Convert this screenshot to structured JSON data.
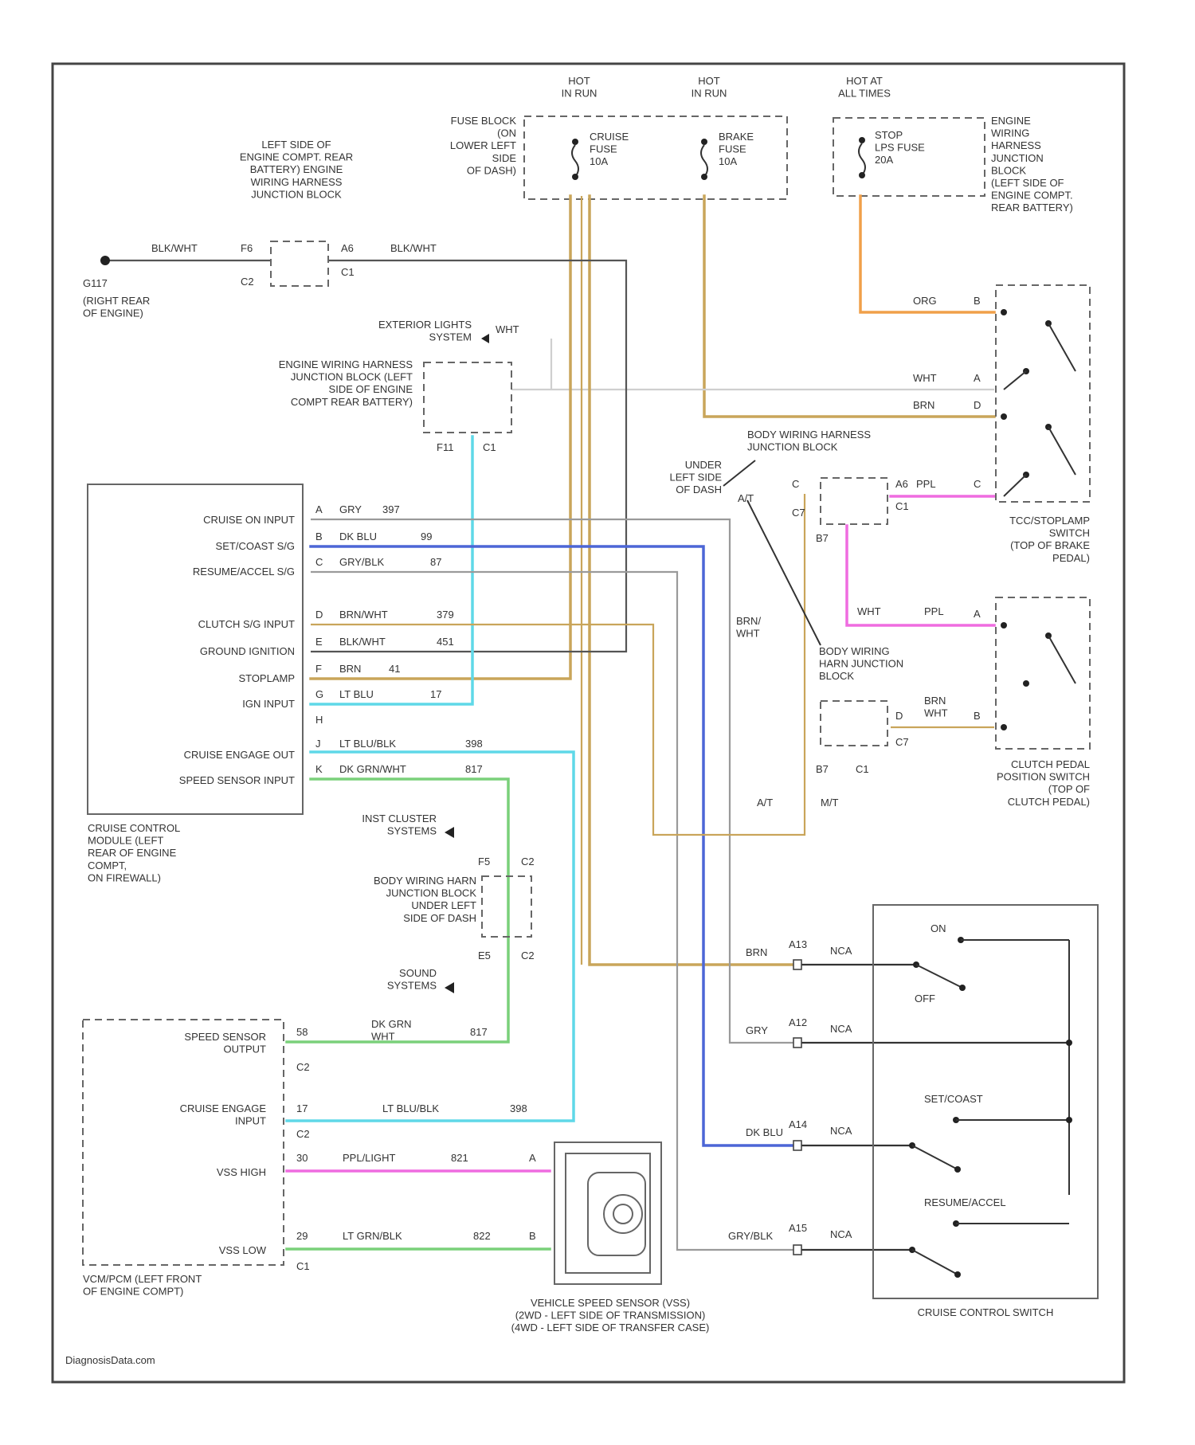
{
  "power": {
    "hot_run_1": "HOT\nIN RUN",
    "hot_run_2": "HOT\nIN RUN",
    "hot_all": "HOT AT\nALL TIMES"
  },
  "fuse_block": {
    "label": "FUSE BLOCK\n(ON\nLOWER LEFT\nSIDE\nOF DASH)",
    "cruise_fuse": "CRUISE\nFUSE\n10A",
    "brake_fuse": "BRAKE\nFUSE\n10A"
  },
  "underhood": {
    "stop_fuse": "STOP\nLPS FUSE\n20A",
    "label": "ENGINE\nWIRING\nHARNESS\nJUNCTION\nBLOCK\n(LEFT SIDE OF\nENGINE COMPT.\nREAR BATTERY)"
  },
  "ground": {
    "name": "G117",
    "location": "(RIGHT REAR\nOF ENGINE)",
    "junction_label": "LEFT SIDE OF\nENGINE COMPT. REAR\nBATTERY) ENGINE\nWIRING HARNESS\nJUNCTION BLOCK",
    "wire_left": "BLK/WHT",
    "wire_right": "BLK/WHT",
    "pin_left": "F6",
    "pin_right": "A6",
    "conn_left": "C2",
    "conn_right": "C1"
  },
  "exterior_lights": {
    "label": "EXTERIOR LIGHTS\nSYSTEM",
    "wire": "WHT",
    "junction_label": "ENGINE WIRING HARNESS\nJUNCTION BLOCK (LEFT\nSIDE OF ENGINE\nCOMPT REAR BATTERY)",
    "pin": "F11",
    "conn": "C1"
  },
  "module": {
    "label": "CRUISE CONTROL\nMODULE (LEFT\nREAR OF ENGINE\nCOMPT,\nON FIREWALL)",
    "pins": [
      {
        "name": "CRUISE ON INPUT",
        "pin": "A",
        "wire": "GRY",
        "circuit": "397"
      },
      {
        "name": "SET/COAST S/G",
        "pin": "B",
        "wire": "DK BLU",
        "circuit": "99"
      },
      {
        "name": "RESUME/ACCEL S/G",
        "pin": "C",
        "wire": "GRY/BLK",
        "circuit": "87"
      },
      {
        "name": "CLUTCH S/G INPUT",
        "pin": "D",
        "wire": "BRN/WHT",
        "circuit": "379"
      },
      {
        "name": "GROUND IGNITION",
        "pin": "E",
        "wire": "BLK/WHT",
        "circuit": "451"
      },
      {
        "name": "STOPLAMP",
        "pin": "F",
        "wire": "BRN",
        "circuit": "41"
      },
      {
        "name": "IGN INPUT",
        "pin": "G",
        "wire": "LT BLU",
        "circuit": "17"
      },
      {
        "name": "",
        "pin": "H",
        "wire": "",
        "circuit": ""
      },
      {
        "name": "CRUISE ENGAGE OUT",
        "pin": "J",
        "wire": "LT BLU/BLK",
        "circuit": "398"
      },
      {
        "name": "SPEED SENSOR INPUT",
        "pin": "K",
        "wire": "DK GRN/WHT",
        "circuit": "817"
      }
    ]
  },
  "brake_switch": {
    "label": "TCC/STOPLAMP\nSWITCH\n(TOP OF BRAKE\nPEDAL)",
    "org": "ORG",
    "wht": "WHT",
    "brn": "BRN",
    "pin_b": "B",
    "pin_a": "A",
    "pin_d": "D",
    "pin_c": "C",
    "ppl": "PPL"
  },
  "body_junction": {
    "label": "BODY WIRING HARNESS\nJUNCTION BLOCK",
    "location": "UNDER\nLEFT SIDE\nOF DASH",
    "at": "A/T",
    "mt": "M/T",
    "pin_a6": "A6",
    "pin_c": "C",
    "pin_b7": "B7",
    "conn_c1": "C1",
    "conn_c7": "C7",
    "wire_ppl": "PPL",
    "wire_wht": "WHT"
  },
  "clutch_switch": {
    "label": "CLUTCH PEDAL\nPOSITION SWITCH\n(TOP OF\nCLUTCH PEDAL)",
    "junction_label": "BODY WIRING\nHARN JUNCTION\nBLOCK",
    "wire_ppl": "PPL",
    "wire_wht": "WHT",
    "wire_brnwht": "BRN\nWHT",
    "pin_a": "A",
    "pin_b": "B",
    "pin_d": "D",
    "pin_b7": "B7",
    "conn_c7": "C7",
    "conn_c1": "C1",
    "brn_wht_vertical": "BRN/\nWHT"
  },
  "splice": {
    "ipc_label": "INST CLUSTER\nSYSTEMS",
    "junction_label": "BODY WIRING HARN\nJUNCTION BLOCK\nUNDER LEFT\nSIDE OF DASH",
    "sound_label": "SOUND\nSYSTEMS",
    "pin_top": "F5",
    "conn_top": "C2",
    "pin_bot": "E5",
    "conn_bot": "C2"
  },
  "vcm": {
    "label": "VCM/PCM (LEFT FRONT\nOF ENGINE COMPT)",
    "pins": [
      {
        "name": "SPEED SENSOR\nOUTPUT",
        "pin": "58",
        "conn": "C2",
        "wire": "DK GRN\nWHT",
        "circuit": "817"
      },
      {
        "name": "CRUISE ENGAGE\nINPUT",
        "pin": "17",
        "conn": "C2",
        "wire": "LT BLU/BLK",
        "circuit": "398"
      },
      {
        "name": "VSS HIGH",
        "pin": "30",
        "conn": "",
        "wire": "PPL/LIGHT",
        "circuit": "821"
      },
      {
        "name": "VSS LOW",
        "pin": "29",
        "conn": "C1",
        "wire": "LT GRN/BLK",
        "circuit": "822"
      }
    ]
  },
  "vss": {
    "label": "VEHICLE SPEED SENSOR (VSS)\n(2WD - LEFT SIDE OF TRANSMISSION)\n(4WD - LEFT SIDE OF TRANSFER CASE)",
    "pin_a": "A",
    "pin_b": "B"
  },
  "cruise_switch": {
    "label": "CRUISE CONTROL SWITCH",
    "on": "ON",
    "off": "OFF",
    "set": "SET/COAST",
    "resume": "RESUME/ACCEL",
    "rows": [
      {
        "wire": "BRN",
        "pin": "A13",
        "nca": "NCA"
      },
      {
        "wire": "GRY",
        "pin": "A12",
        "nca": "NCA"
      },
      {
        "wire": "DK BLU",
        "pin": "A14",
        "nca": "NCA"
      },
      {
        "wire": "GRY/BLK",
        "pin": "A15",
        "nca": "NCA"
      }
    ]
  },
  "watermark": "DiagnosisData.com",
  "colors": {
    "brn": "#c9a55a",
    "blk": "#555555",
    "org": "#f0a04a",
    "wht": "#cfcfcf",
    "lt_blu": "#5fd8e8",
    "dk_blu": "#4c66d6",
    "ppl": "#ef6ce0",
    "grn": "#7ad07a",
    "gry": "#9a9a9a"
  }
}
